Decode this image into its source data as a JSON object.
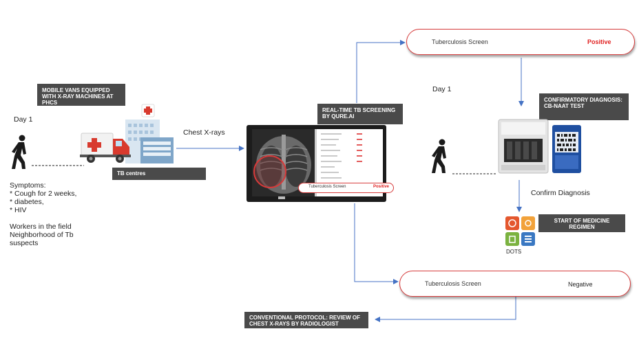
{
  "left": {
    "mobile_vans_label": "MOBILE VANS EQUIPPED WITH X-RAY MACHINES AT PHCs",
    "day_label": "Day 1",
    "tb_centres_label": "TB centres",
    "symptoms_title": "Symptoms:",
    "symptoms": [
      "* Cough for 2 weeks,",
      "* diabetes,",
      "* HIV"
    ],
    "workers": [
      "Workers in the field",
      "Neighborhood of Tb",
      "suspects"
    ]
  },
  "center": {
    "chest_xrays_label": "Chest X-rays",
    "screening_label": "REAL-TIME TB SCREENING BY QURE.AI",
    "screen_pill_text": "Tuberculosis Screen",
    "screen_pill_result": "Positive"
  },
  "top_result": {
    "label": "Tuberculosis Screen",
    "result": "Positive"
  },
  "bottom_result": {
    "label": "Tuberculosis Screen",
    "result": "Negative"
  },
  "right": {
    "day_label": "Day 1",
    "confirmatory_label": "CONFIRMATORY DIAGNOSIS: CB-NAAT TEST",
    "confirm_diagnosis_label": "Confirm Diagnosis",
    "medicine_label": "START OF MEDICINE REGIMEN",
    "dots_label": "DOTS"
  },
  "conventional_label": "CONVENTIONAL PROTOCOL: REVIEW OF CHEST X-RAYS BY RADIOLOGIST",
  "colors": {
    "arrow": "#4472c4",
    "pill_border": "#d63a3a",
    "positive": "#e02020",
    "label_bg": "#4a4a4a"
  },
  "icons": [
    "walking-person-icon",
    "ambulance-icon",
    "hospital-icon",
    "chest-xray-monitor",
    "cbnaat-machine-icon",
    "dots-logo-icon"
  ]
}
